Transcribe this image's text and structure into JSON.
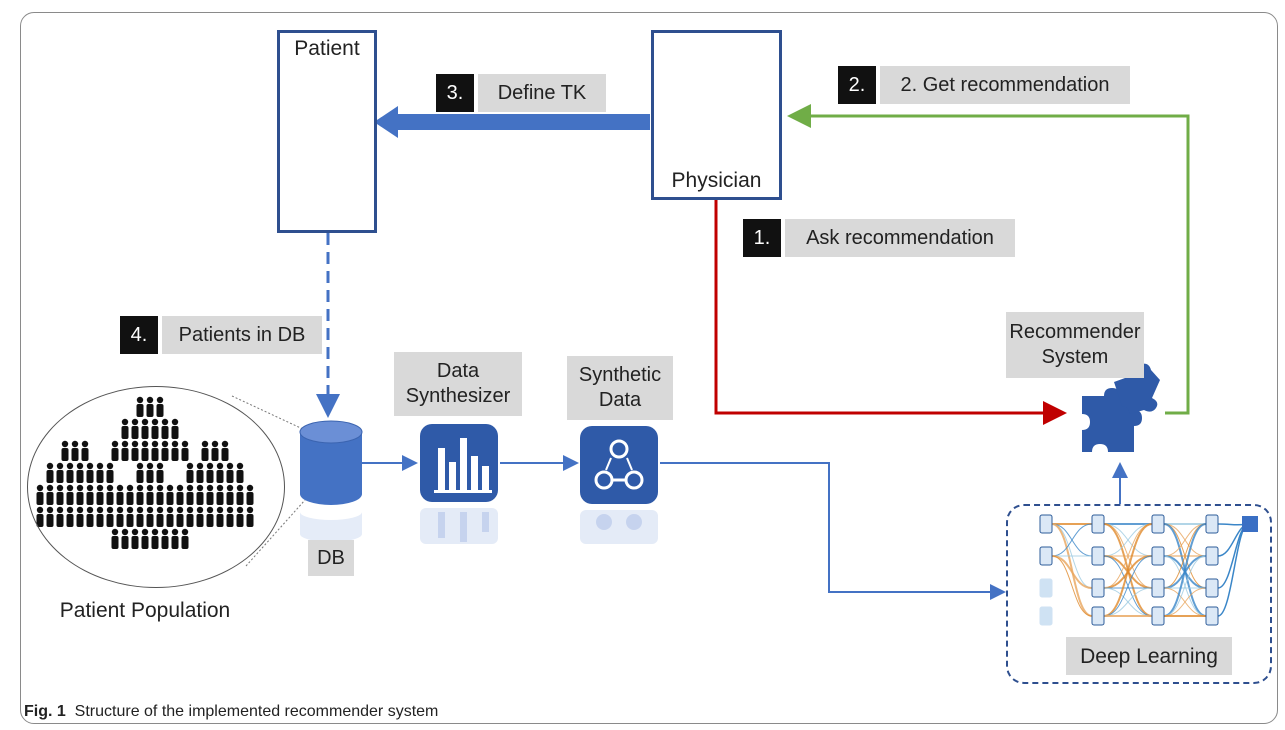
{
  "caption": {
    "label": "Fig. 1",
    "text": "Structure of the implemented recommender system"
  },
  "nodes": {
    "patient": "Patient",
    "physician": "Physician",
    "recommender": "Recommender System",
    "synthesizer": "Data Synthesizer",
    "synthetic_data": "Synthetic Data",
    "db": "DB",
    "population": "Patient Population",
    "deep_learning": "Deep Learning"
  },
  "steps": [
    {
      "number": "1.",
      "label": "Ask recommendation"
    },
    {
      "number": "2.",
      "label": "2. Get recommendation"
    },
    {
      "number": "3.",
      "label": "Define TK"
    },
    {
      "number": "4.",
      "label": "Patients in DB"
    }
  ],
  "colors": {
    "flow_blue": "#4472c4",
    "ask_red": "#c00000",
    "get_green": "#70ad47",
    "icon_blue": "#2f5aa8",
    "label_grey": "#d9d9d9"
  },
  "icons": {
    "patient": "patient-figure-icon",
    "physician": "physician-face-icon",
    "recommender": "puzzle-icon",
    "synthesizer": "bar-chart-icon",
    "synthetic_data": "user-network-icon",
    "db": "database-icon",
    "population": "people-crowd-icon",
    "deep_learning": "neural-network-icon"
  }
}
